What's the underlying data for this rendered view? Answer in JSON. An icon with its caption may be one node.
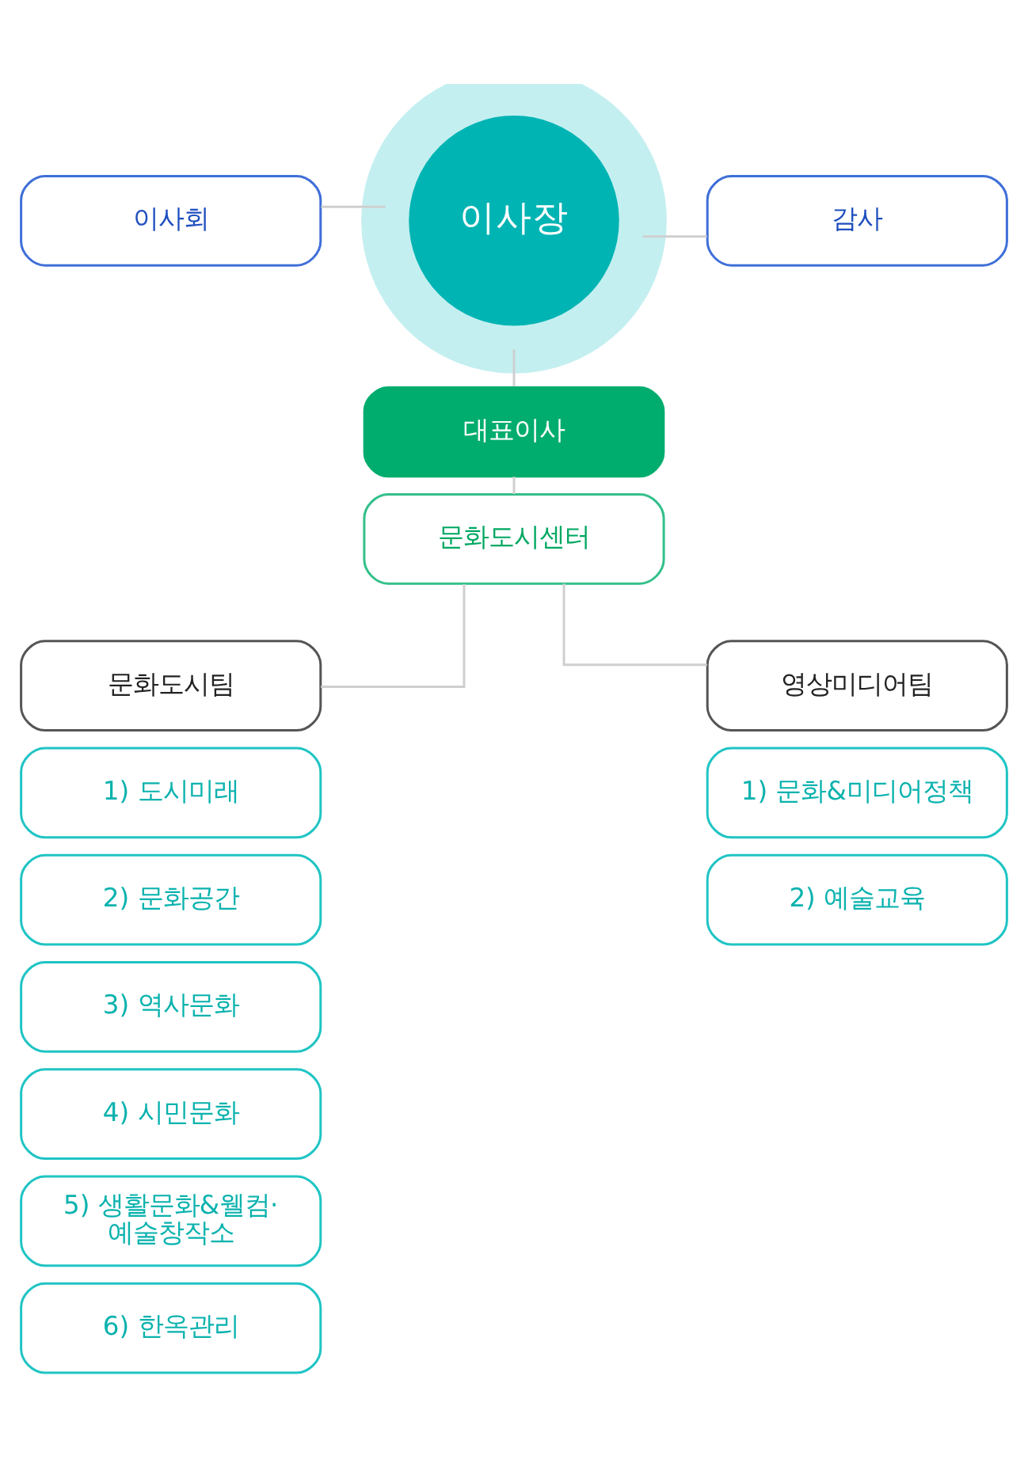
{
  "diagram": {
    "nodes": [
      {
        "text": [
          "이사장"
        ]
      },
      {
        "text": [
          "이사회"
        ]
      },
      {
        "text": [
          "감사"
        ]
      },
      {
        "text": [
          "대표이사"
        ]
      },
      {
        "text": [
          "문화도시센터"
        ]
      },
      {
        "text": [
          "문화도시팀"
        ]
      },
      {
        "text": [
          "1) 도시미래"
        ]
      },
      {
        "text": [
          "2) 문화공간"
        ]
      },
      {
        "text": [
          "3) 역사문화"
        ]
      },
      {
        "text": [
          "4) 시민문화"
        ]
      },
      {
        "text": [
          "5) 생활문화&웰컴· 예술창작소"
        ]
      },
      {
        "text": [
          "6) 한옥관리"
        ]
      },
      {
        "text": [
          "영상미디어팀"
        ]
      },
      {
        "text": [
          "1) 문화&미디어정책"
        ]
      },
      {
        "text": [
          "2) 예술교육"
        ]
      }
    ],
    "edges": [
      {
        "from": 0,
        "to": 1,
        "arrow": "none"
      },
      {
        "from": 0,
        "to": 2,
        "arrow": "none"
      },
      {
        "from": 0,
        "to": 3,
        "arrow": "none"
      },
      {
        "from": 3,
        "to": 4,
        "arrow": "none"
      },
      {
        "from": 4,
        "to": 5,
        "arrow": "none"
      },
      {
        "from": 4,
        "to": 12,
        "arrow": "none"
      }
    ]
  }
}
